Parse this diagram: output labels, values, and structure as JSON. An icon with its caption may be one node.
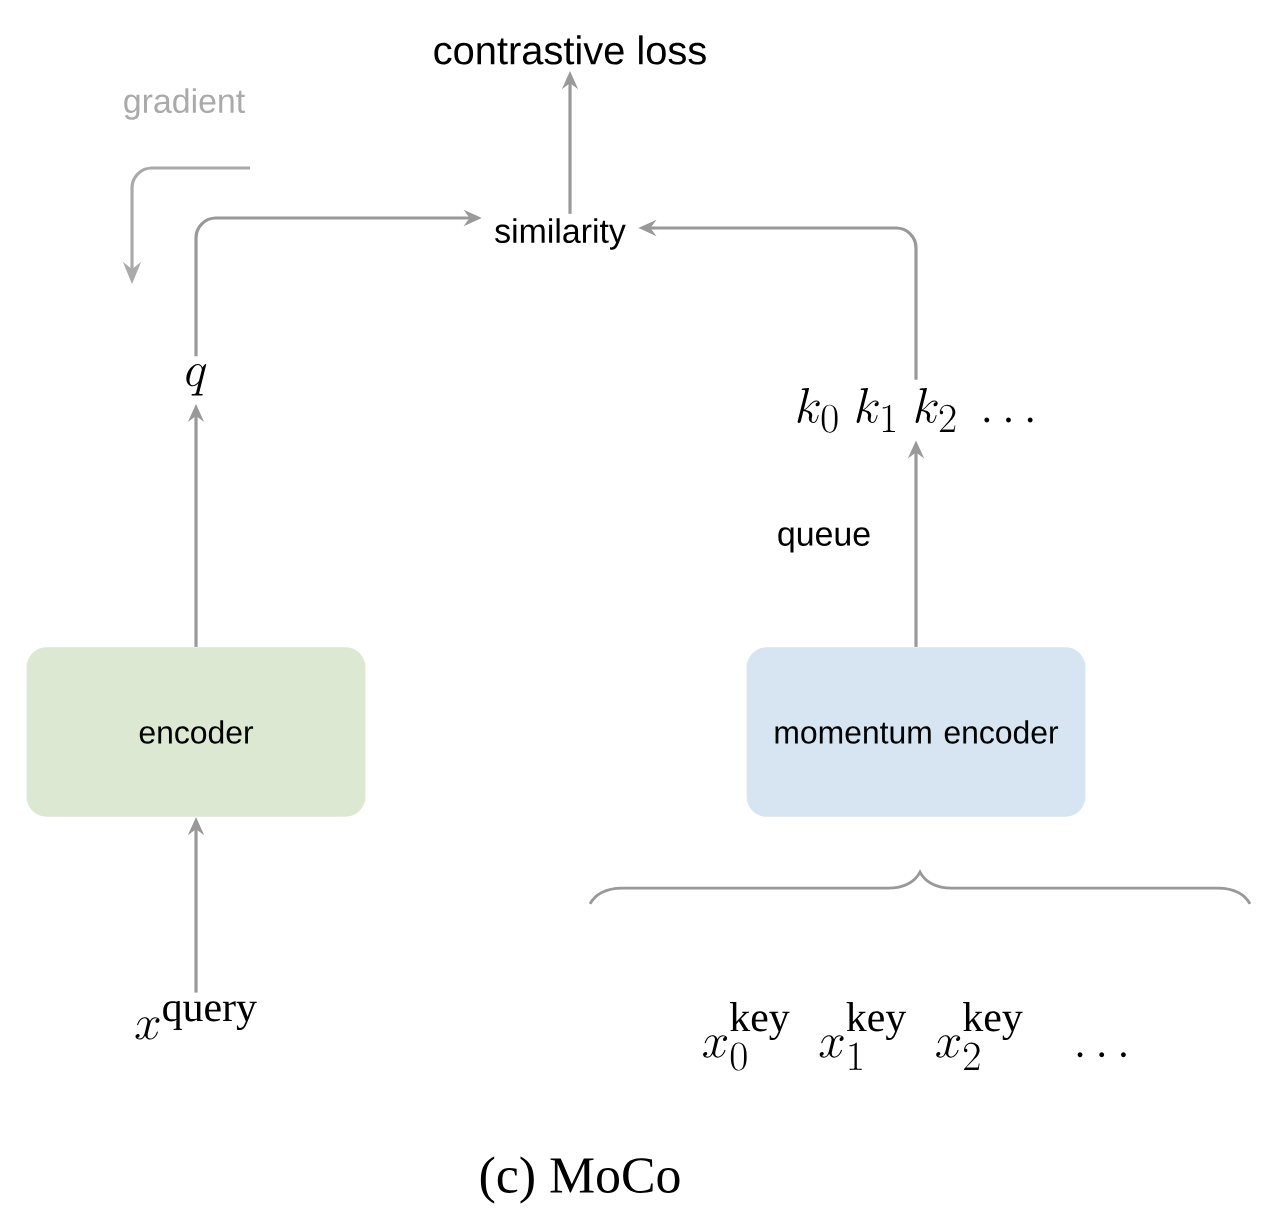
{
  "diagram": {
    "caption": "(c) MoCo",
    "nodes": [
      {
        "text": [
          "contrastive loss"
        ]
      },
      {
        "text": [
          "similarity"
        ]
      },
      {
        "text": [
          "q"
        ]
      },
      {
        "text": [
          "k_0 \\; k_1 \\; k_2 \\; \\ldots"
        ]
      },
      {
        "text": [
          "encoder"
        ]
      },
      {
        "text": [
          "momentum encoder"
        ]
      },
      {
        "text": [
          "x^{\\mathrm{query}}"
        ]
      },
      {
        "text": [
          "x_0^{\\mathrm{key}} \\;\\; x_1^{\\mathrm{key}} \\;\\; x_2^{\\mathrm{key}} \\;\\;\\; \\ldots"
        ]
      }
    ],
    "edges": [
      {
        "from": 1,
        "to": 0,
        "arrow": "to"
      },
      {
        "from": 2,
        "to": 1,
        "arrow": "to"
      },
      {
        "from": 3,
        "to": 1,
        "arrow": "to"
      },
      {
        "from": 4,
        "to": 2,
        "arrow": "to"
      },
      {
        "from": 5,
        "to": 3,
        "arrow": "to"
      },
      {
        "from": 6,
        "to": 4,
        "arrow": "to"
      }
    ],
    "labels": [
      "gradient",
      "queue"
    ]
  }
}
